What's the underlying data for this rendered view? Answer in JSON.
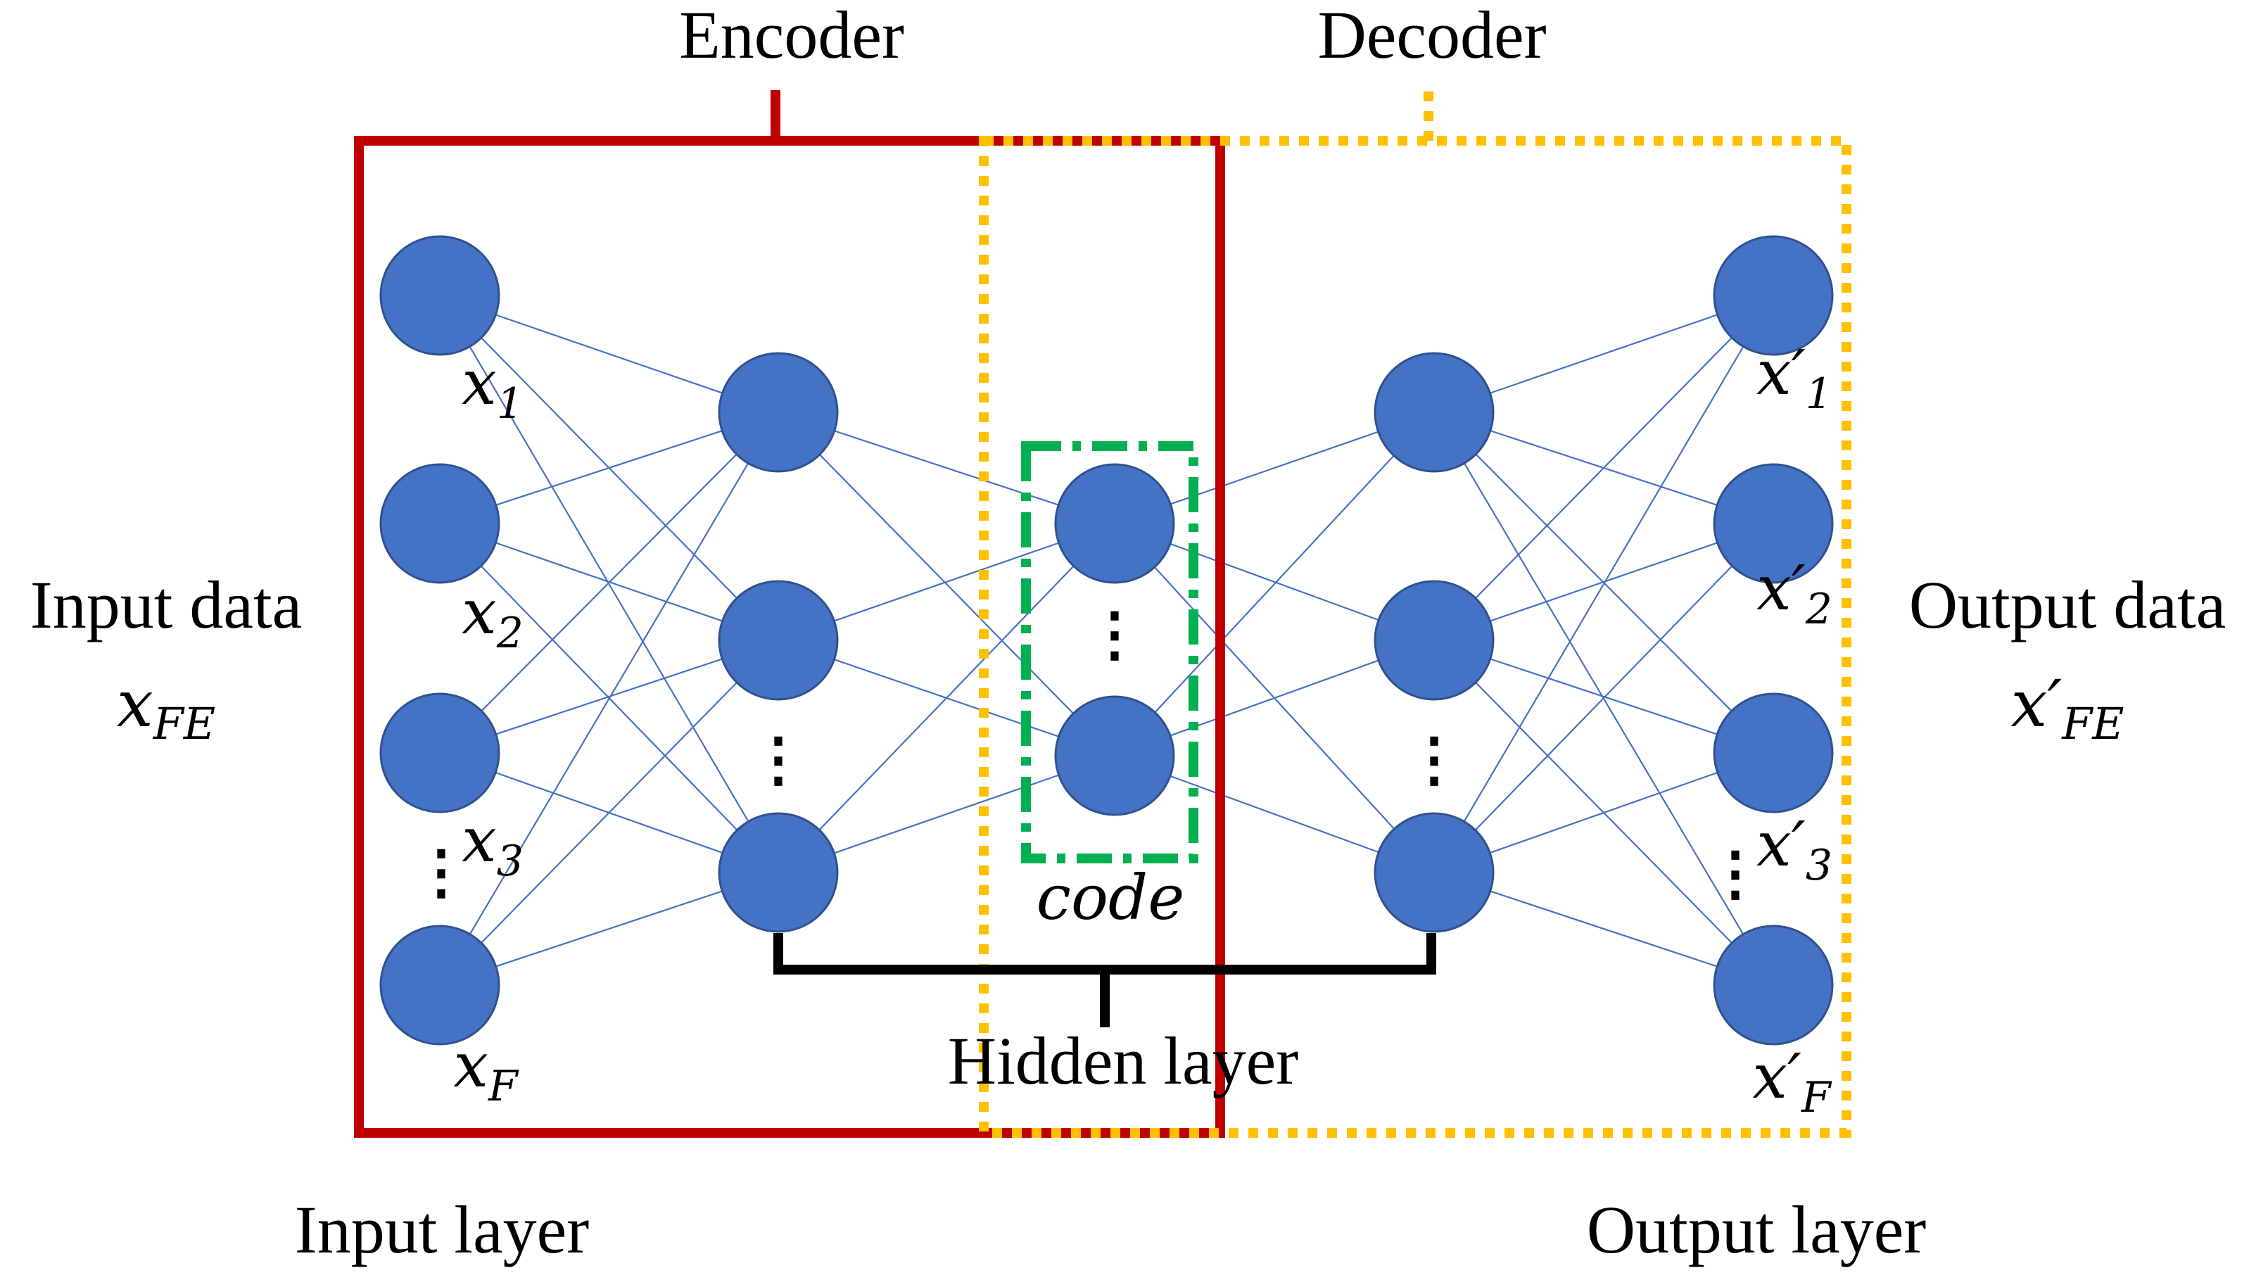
{
  "labels": {
    "encoder": "Encoder",
    "decoder": "Decoder",
    "input_data": "Input data",
    "input_data_symbol": "x",
    "input_data_sub": "FE",
    "output_data": "Output data",
    "output_data_symbol": "x′",
    "output_data_sub": "FE",
    "input_layer": "Input layer",
    "output_layer": "Output layer",
    "hidden_layer": "Hidden layer",
    "code": "code",
    "ellipsis": "⋮"
  },
  "input_nodes": [
    {
      "symbol": "x",
      "sub": "1"
    },
    {
      "symbol": "x",
      "sub": "2"
    },
    {
      "symbol": "x",
      "sub": "3"
    },
    {
      "symbol": "x",
      "sub": "F"
    }
  ],
  "output_nodes": [
    {
      "symbol": "x′",
      "sub": "1"
    },
    {
      "symbol": "x′",
      "sub": "2"
    },
    {
      "symbol": "x′",
      "sub": "3"
    },
    {
      "symbol": "x′",
      "sub": "F"
    }
  ],
  "colors": {
    "node": "#4472C4",
    "edge": "#4472C4",
    "encoder_box": "#C00000",
    "decoder_box": "#FFC000",
    "code_box": "#00B050",
    "hidden_bracket": "#000000"
  }
}
